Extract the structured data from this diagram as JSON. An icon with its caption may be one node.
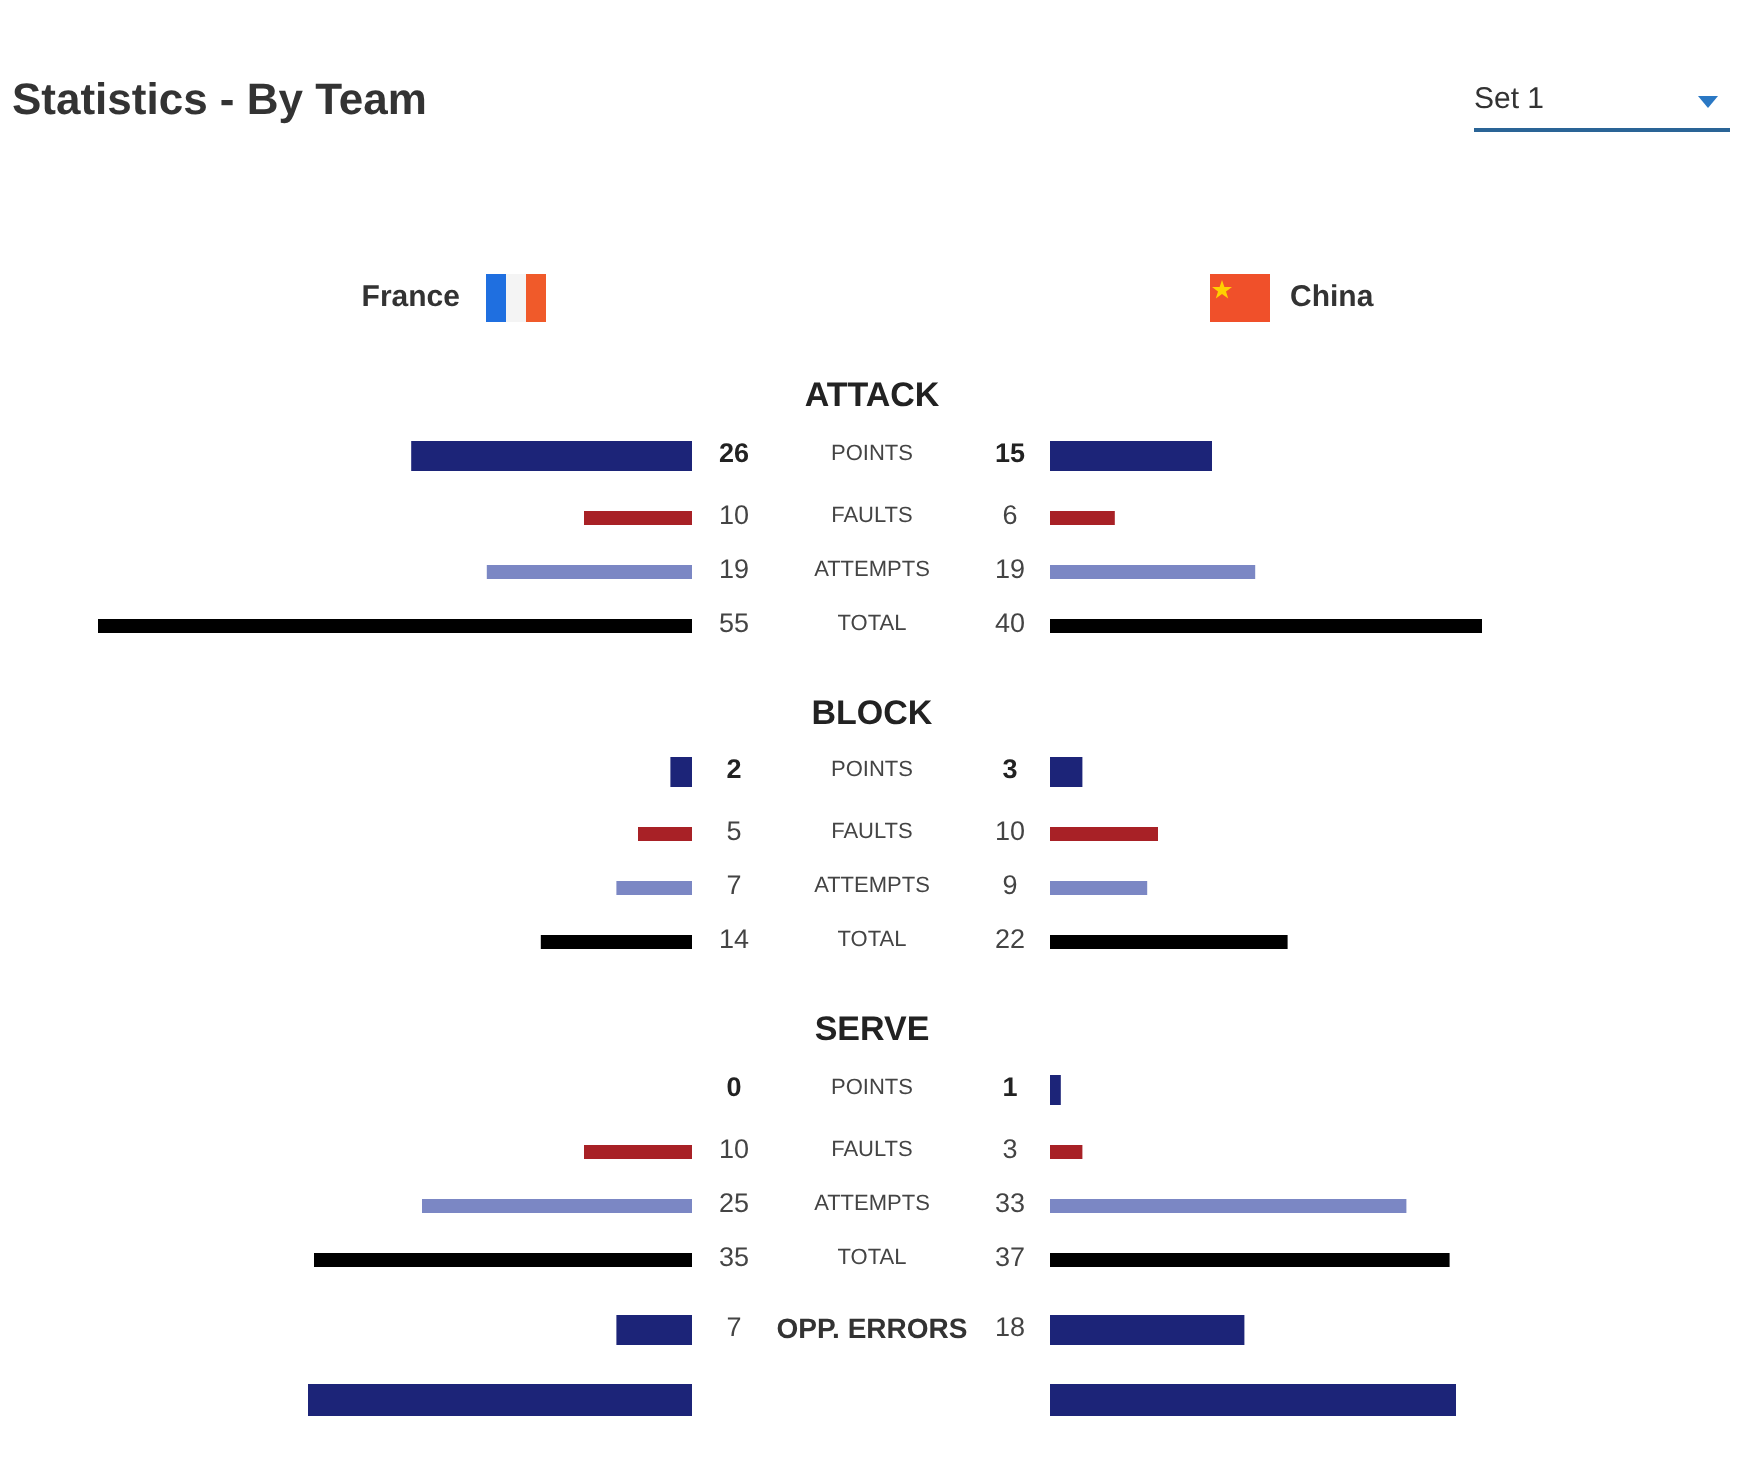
{
  "diagram": {
    "title": "Statistics - By Team",
    "labels": [
      "Set 1",
      "France",
      "China",
      "ATTACK",
      "26",
      "POINTS",
      "15",
      "10",
      "FAULTS",
      "6",
      "19",
      "ATTEMPTS",
      "19",
      "55",
      "TOTAL",
      "40",
      "BLOCK",
      "2",
      "POINTS",
      "3",
      "5",
      "FAULTS",
      "10",
      "7",
      "ATTEMPTS",
      "9",
      "14",
      "TOTAL",
      "22",
      "SERVE",
      "0",
      "POINTS",
      "1",
      "10",
      "FAULTS",
      "3",
      "25",
      "ATTEMPTS",
      "33",
      "35",
      "TOTAL",
      "37",
      "7",
      "OPP. ERRORS",
      "18"
    ]
  }
}
